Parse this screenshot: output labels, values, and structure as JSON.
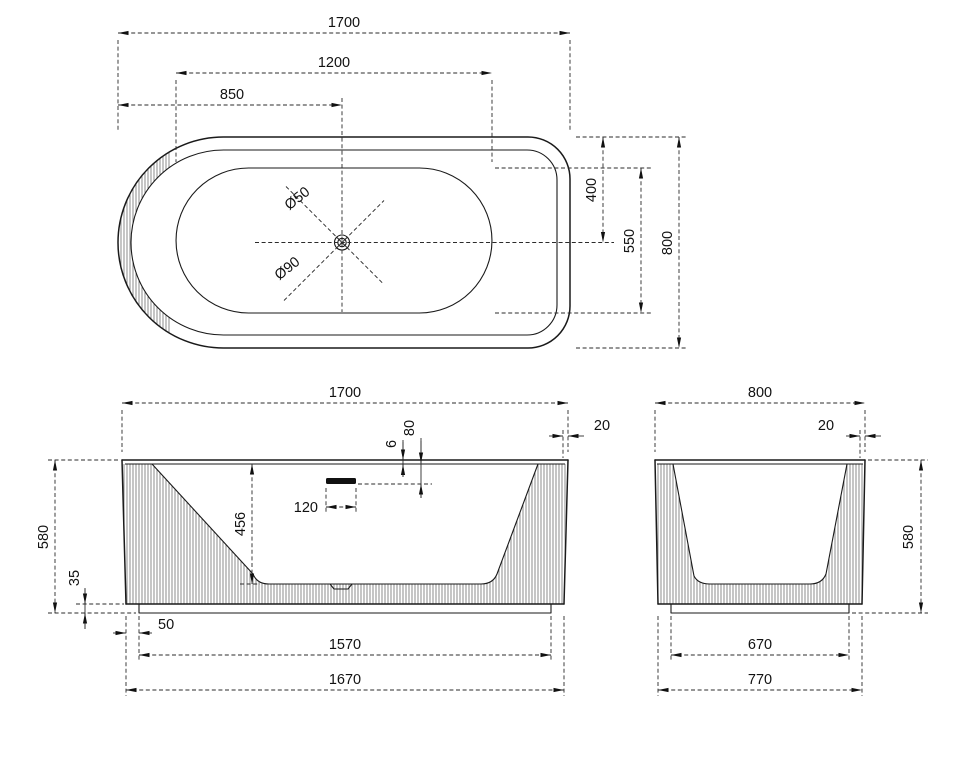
{
  "colors": {
    "background": "#ffffff",
    "line": "#1a1a1a",
    "text": "#111111"
  },
  "top": {
    "length": "1700",
    "basin_length": "1200",
    "drain_from_left": "850",
    "drain_from_top": "400",
    "basin_width": "550",
    "width": "800",
    "drain_small": "Ø50",
    "drain_large": "Ø90"
  },
  "front": {
    "length": "1700",
    "edge": "20",
    "overflow_depth": "80",
    "rim": "6",
    "overflow_width": "120",
    "depth": "456",
    "height": "580",
    "base_height": "35",
    "base_offset": "50",
    "base_length": "1570",
    "bottom_length": "1670"
  },
  "side": {
    "width": "800",
    "edge": "20",
    "height": "580",
    "base_width": "670",
    "bottom_width": "770"
  }
}
